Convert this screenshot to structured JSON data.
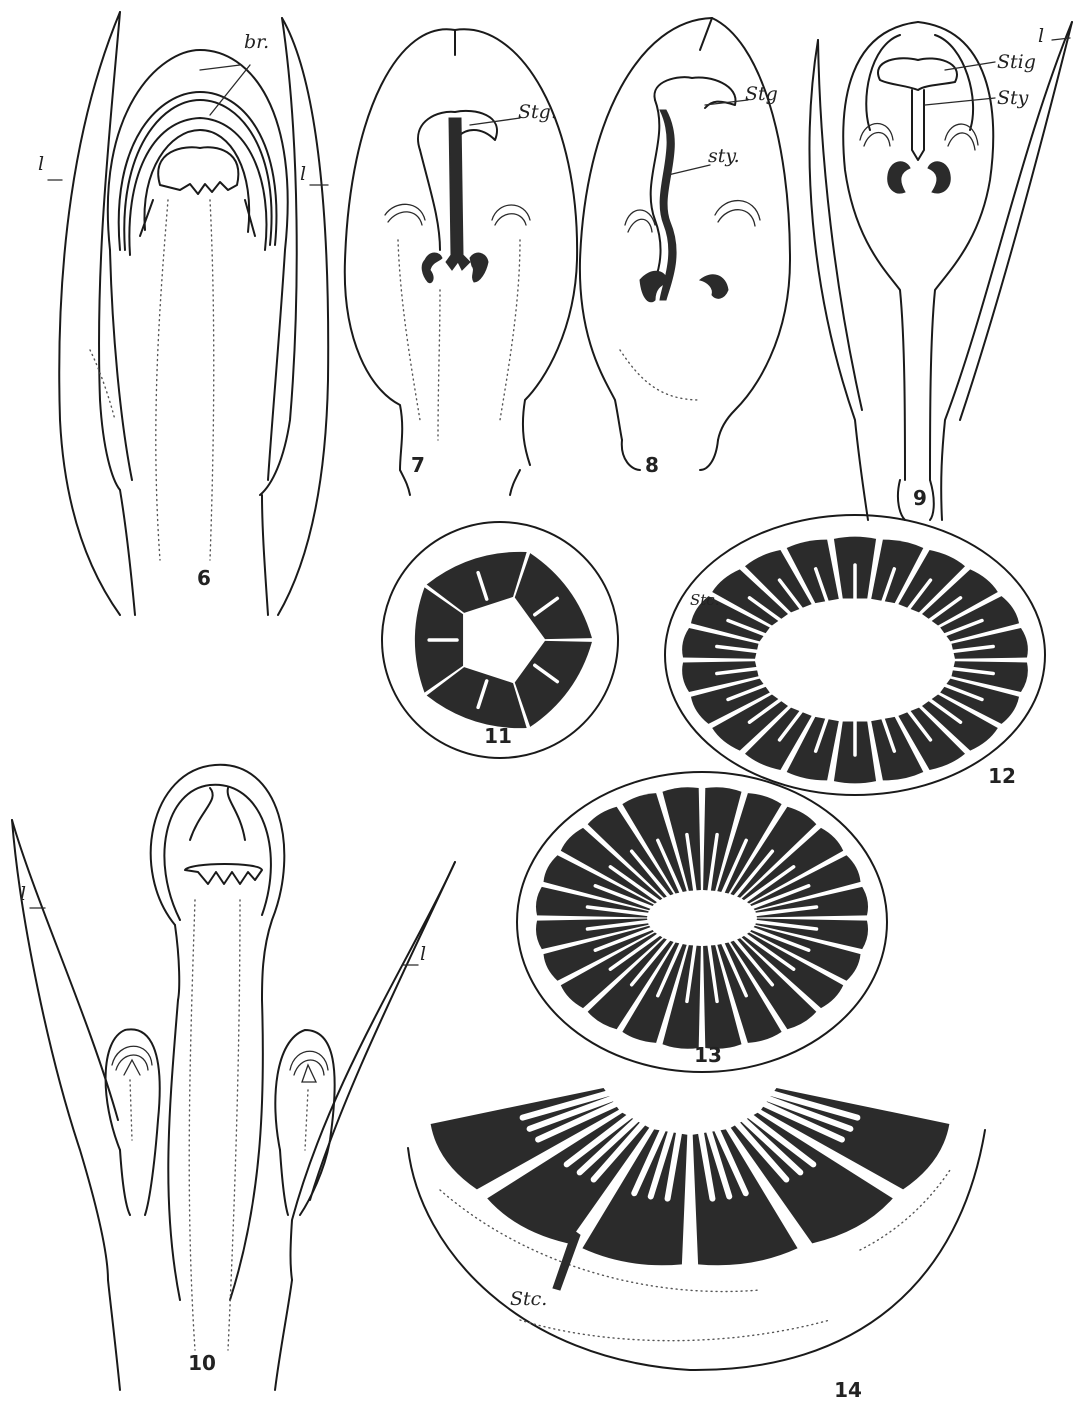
{
  "figures": {
    "fig6": {
      "number": "6",
      "labels": {
        "bract": "br.",
        "leaf_left": "l",
        "leaf_right": "l"
      }
    },
    "fig7": {
      "number": "7",
      "labels": {
        "stigma": "Stg."
      }
    },
    "fig8": {
      "number": "8",
      "labels": {
        "stigma": "Stg",
        "style": "sty."
      }
    },
    "fig9": {
      "number": "9",
      "labels": {
        "leaf": "l",
        "stigma": "Stig",
        "style": "Sty"
      }
    },
    "fig10": {
      "number": "10",
      "labels": {
        "leaf_left": "l",
        "leaf_right": "l"
      }
    },
    "fig11": {
      "number": "11",
      "lobes": 5
    },
    "fig12": {
      "number": "12",
      "lobes": 22,
      "labels": {
        "stomium": "Stc."
      }
    },
    "fig13": {
      "number": "13",
      "lobes": 24
    },
    "fig14": {
      "number": "14",
      "lobes": 6,
      "labels": {
        "stomium": "Stc."
      }
    }
  },
  "colors": {
    "ink": "#1a1a1a",
    "solid": "#2b2b2b",
    "paper": "#ffffff"
  }
}
